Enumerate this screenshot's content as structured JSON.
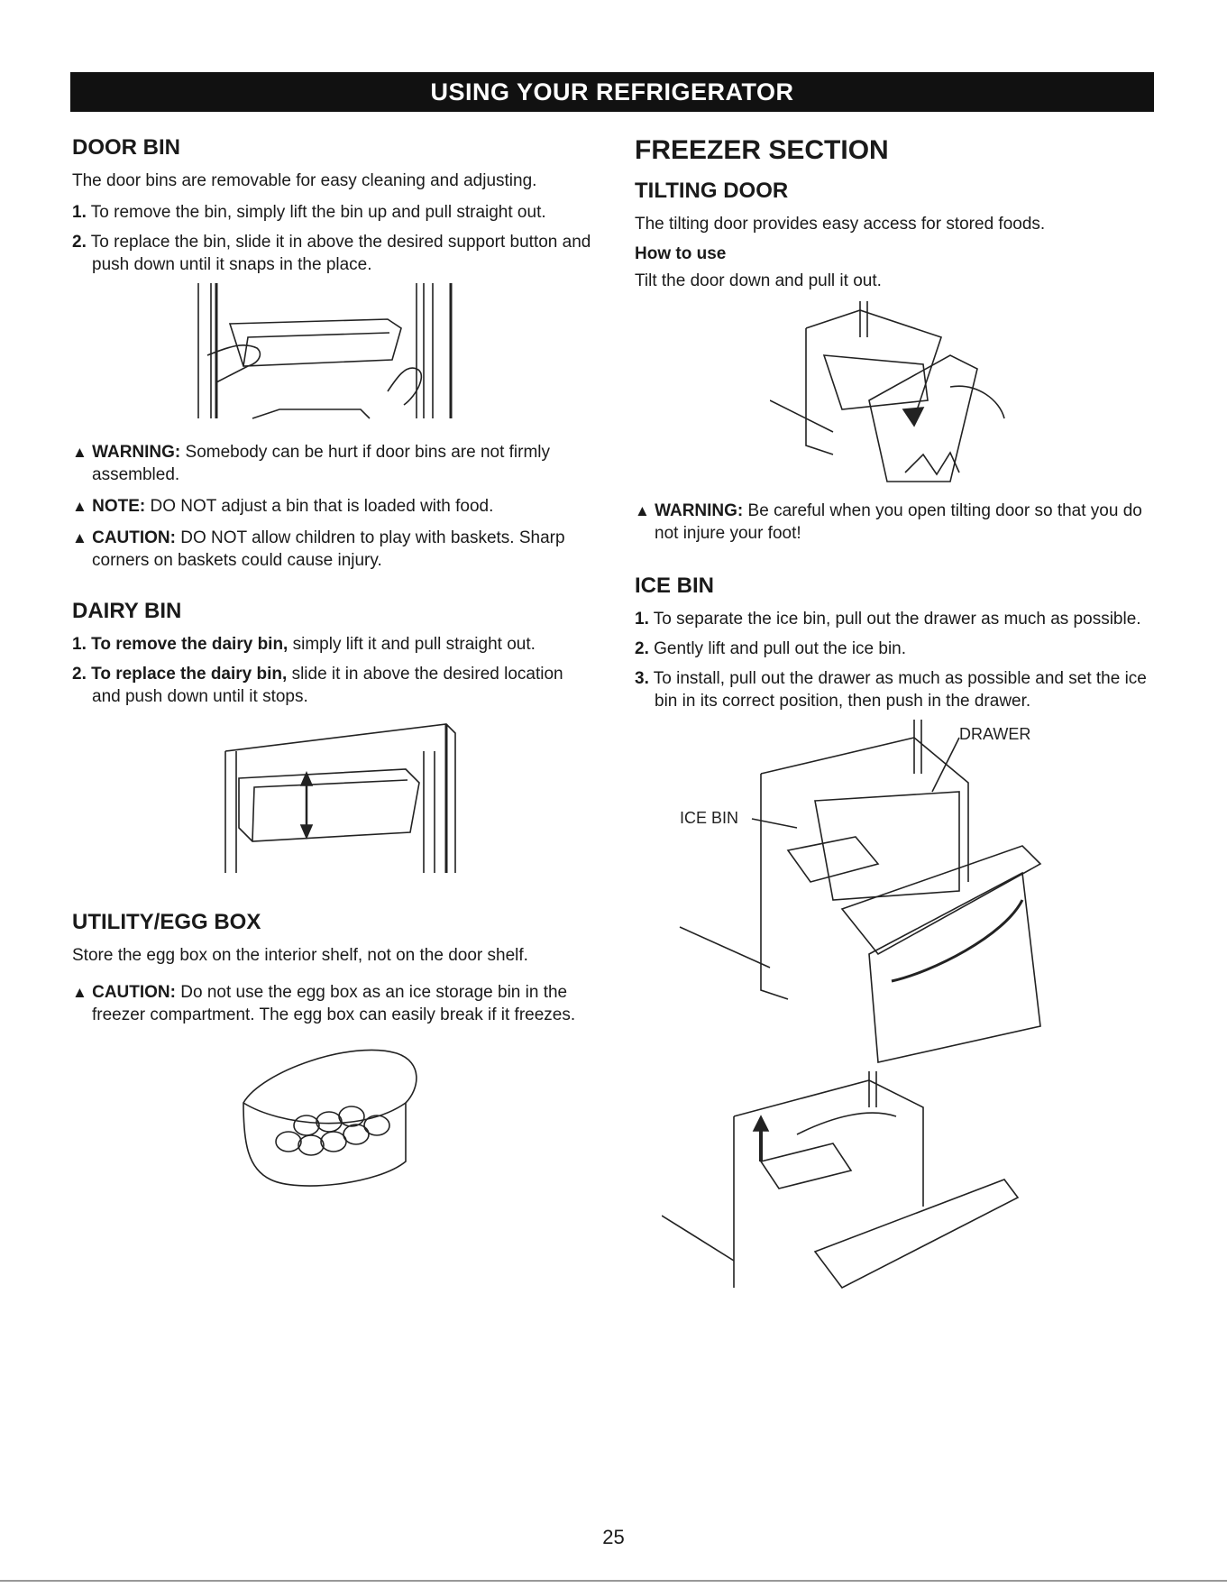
{
  "banner": "USING YOUR REFRIGERATOR",
  "door_bin": {
    "title": "DOOR BIN",
    "intro": "The door bins are removable for easy cleaning and adjusting.",
    "steps": [
      {
        "num": "1.",
        "text": "To remove the bin, simply lift the bin up and pull straight out."
      },
      {
        "num": "2.",
        "text": "To replace the bin, slide it in above the desired support button and push down until it snaps in the place."
      }
    ],
    "notes": [
      {
        "label": "WARNING:",
        "text": " Somebody can be hurt if door bins are not firmly assembled."
      },
      {
        "label": "NOTE:",
        "text": " DO NOT adjust a bin that is loaded with food."
      },
      {
        "label": "CAUTION:",
        "text": " DO NOT allow children to play with baskets. Sharp corners on baskets could cause injury."
      }
    ]
  },
  "dairy_bin": {
    "title": "DAIRY BIN",
    "steps": [
      {
        "num": "1.",
        "bold": "To remove the dairy bin,",
        "text": " simply lift it and pull straight out."
      },
      {
        "num": "2.",
        "bold": "To replace the dairy bin,",
        "text": " slide it in above the desired location and push down until it stops."
      }
    ]
  },
  "egg_box": {
    "title": "UTILITY/EGG BOX",
    "intro": "Store the egg box on the interior shelf, not on the door shelf.",
    "note_label": "CAUTION:",
    "note_text": " Do not use the egg box as an ice storage bin in the freezer compartment. The egg box can easily break if it freezes."
  },
  "freezer": {
    "title": "FREEZER SECTION",
    "tilting_title": "TILTING DOOR",
    "tilting_intro": "The tilting door provides easy access for stored foods.",
    "how_to_use": "How to use",
    "how_text": "Tilt the door down and pull it out.",
    "warning_label": "WARNING:",
    "warning_text": " Be careful when you open tilting door so that you do not injure your foot!"
  },
  "ice_bin": {
    "title": "ICE BIN",
    "steps": [
      {
        "num": "1.",
        "text": "To separate the ice bin, pull out the drawer as much as possible."
      },
      {
        "num": "2.",
        "text": "Gently lift and pull out the ice bin."
      },
      {
        "num": "3.",
        "text": "To install, pull out the drawer as much as possible and set the ice bin in its correct position, then push in the drawer."
      }
    ],
    "label_drawer": "DRAWER",
    "label_ice_bin": "ICE BIN"
  },
  "warning_symbol": "warning-triangle-icon",
  "page_number": "25"
}
